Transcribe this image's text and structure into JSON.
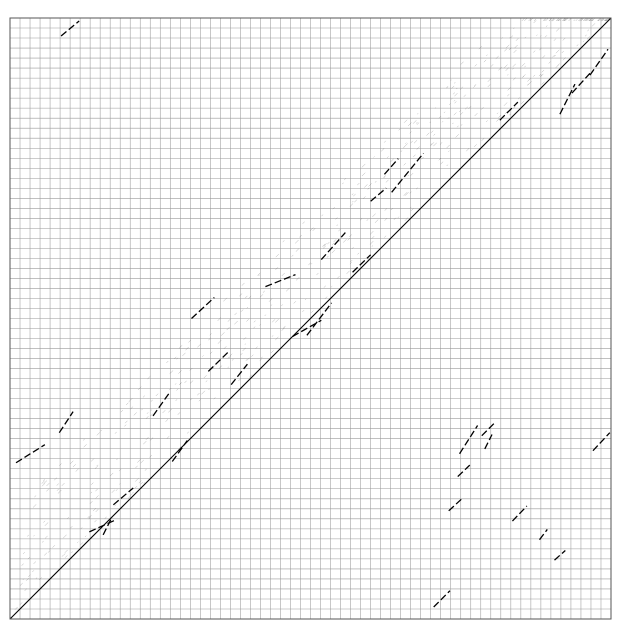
{
  "chart_data": {
    "type": "scatter",
    "title": "",
    "xlabel": "",
    "ylabel": "",
    "xlim": [
      0,
      100
    ],
    "ylim": [
      0,
      100
    ],
    "grid": true,
    "grid_divisions": 60,
    "colors": {
      "background": "#ffffff",
      "grid": "#9a9a9a",
      "ink": "#000000",
      "faint": "#6f6f6f"
    },
    "main_diagonal": {
      "x1": 0,
      "y1": 0,
      "x2": 100,
      "y2": 100
    },
    "series": [
      {
        "segments": [
          [
            1.0,
            26.0,
            5.8,
            29.0
          ],
          [
            8.2,
            31.0,
            10.5,
            34.5
          ],
          [
            13.2,
            14.5,
            17.6,
            16.5
          ],
          [
            15.5,
            14.0,
            17.0,
            17.0
          ],
          [
            17.2,
            19.0,
            20.5,
            21.8
          ],
          [
            23.8,
            33.8,
            26.5,
            37.6
          ],
          [
            27.0,
            26.2,
            29.5,
            29.7
          ],
          [
            30.2,
            50.0,
            34.0,
            53.5
          ],
          [
            33.0,
            41.2,
            36.5,
            44.6
          ],
          [
            36.8,
            39.0,
            39.5,
            42.4
          ],
          [
            42.5,
            55.3,
            47.5,
            57.3
          ],
          [
            47.0,
            47.0,
            51.8,
            49.7
          ],
          [
            49.4,
            47.2,
            53.5,
            52.6
          ],
          [
            51.8,
            59.8,
            55.8,
            64.3
          ],
          [
            57.0,
            57.7,
            60.0,
            60.6
          ],
          [
            60.0,
            69.5,
            62.6,
            71.7
          ],
          [
            62.3,
            74.0,
            64.6,
            76.6
          ],
          [
            63.5,
            71.0,
            68.8,
            77.5
          ],
          [
            73.0,
            18.0,
            75.4,
            20.2
          ],
          [
            70.5,
            2.0,
            73.2,
            4.7
          ],
          [
            74.5,
            23.7,
            76.5,
            25.6
          ],
          [
            74.8,
            27.5,
            77.8,
            32.2
          ],
          [
            79.0,
            28.3,
            80.2,
            30.7
          ],
          [
            83.6,
            16.3,
            86.0,
            18.8
          ],
          [
            88.1,
            13.2,
            89.4,
            14.9
          ],
          [
            90.6,
            9.8,
            92.4,
            11.4
          ],
          [
            78.5,
            30.5,
            80.8,
            32.8
          ],
          [
            81.5,
            83.0,
            84.5,
            86.0
          ],
          [
            91.5,
            84.0,
            94.0,
            89.0
          ],
          [
            93.5,
            87.5,
            96.5,
            90.8
          ],
          [
            96.5,
            90.5,
            99.5,
            94.8
          ],
          [
            97.0,
            28.0,
            99.8,
            31.0
          ],
          [
            8.5,
            97.0,
            11.5,
            99.5
          ]
        ]
      }
    ]
  }
}
